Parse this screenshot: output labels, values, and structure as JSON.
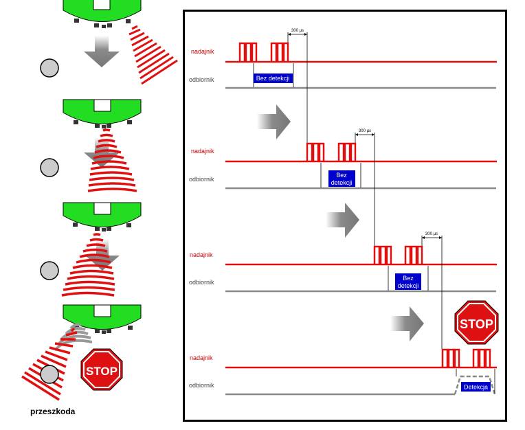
{
  "labels": {
    "transmitter": "nadajnik",
    "receiver": "odbiornik",
    "no_detection_1": "Bez detekcji",
    "no_detection_2_line1": "Bez",
    "no_detection_2_line2": "detekcji",
    "no_detection_3_line1": "Bez",
    "no_detection_3_line2": "detekcji",
    "detection": "Detekcja",
    "timing": "300 µs",
    "stop_sign": "STOP",
    "obstacle_caption": "przeszkoda"
  },
  "colors": {
    "sensor_green": "#22dd22",
    "signal_red": "#e01010",
    "receiver_grey": "#888888",
    "badge_blue": "#0000cc",
    "arrow_grey": "#888888",
    "stop_red": "#dd1111"
  }
}
